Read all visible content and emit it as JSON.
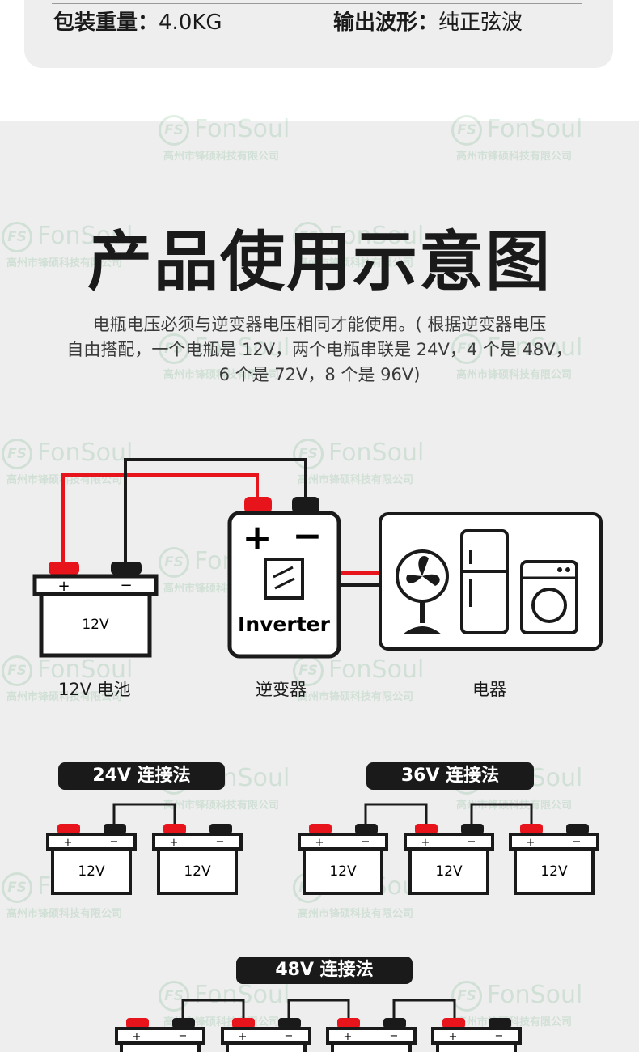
{
  "specs": {
    "weight_label": "包装重量：",
    "weight_value": "4.0KG",
    "waveform_label": "输出波形：",
    "waveform_value": "纯正弦波"
  },
  "watermark": {
    "brand": "FonSoul",
    "logo": "FS",
    "company": "高州市锋硕科技有限公司"
  },
  "title": "产品使用示意图",
  "description": {
    "line1": "电瓶电压必须与逆变器电压相同才能使用。( 根据逆变器电压",
    "line2": "自由搭配，一个电瓶是 12V，两个电瓶串联是 24V，4 个是 48V，",
    "line3": "6 个是 72V，8 个是 96V)"
  },
  "diagram": {
    "battery_text": "12V",
    "battery_label": "12V 电池",
    "inverter_text": "Inverter",
    "inverter_label": "逆变器",
    "appliance_label": "电器",
    "plus": "+",
    "minus": "−"
  },
  "connections": {
    "v24": "24V 连接法",
    "v36": "36V 连接法",
    "v48": "48V 连接法",
    "battery_text": "12V"
  },
  "colors": {
    "positive": "#e8141c",
    "negative": "#1a1a1a",
    "background": "#eeeeee"
  },
  "icons": [
    "fan-icon",
    "fridge-icon",
    "washing-machine-icon",
    "inverter-switch-icon"
  ]
}
